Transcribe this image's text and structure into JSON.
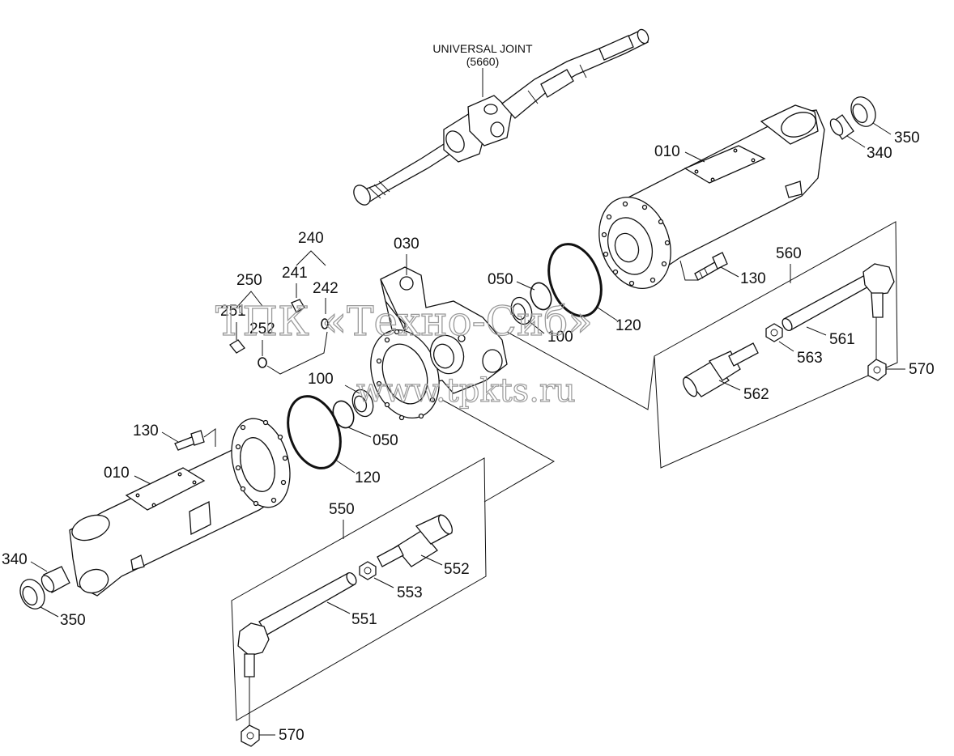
{
  "title": {
    "line1": "UNIVERSAL JOINT",
    "line2": "(5660)"
  },
  "labels": {
    "p030": "030",
    "p010_top": "010",
    "p010_bottom": "010",
    "p050_top": "050",
    "p050_bottom": "050",
    "p100_top": "100",
    "p100_bottom": "100",
    "p120_top": "120",
    "p120_bottom": "120",
    "p130_top": "130",
    "p130_bottom": "130",
    "p240": "240",
    "p241": "241",
    "p242": "242",
    "p250": "250",
    "p251": "251",
    "p252": "252",
    "p340_top": "340",
    "p340_bottom": "340",
    "p350_top": "350",
    "p350_bottom": "350",
    "p550": "550",
    "p551": "551",
    "p552": "552",
    "p553": "553",
    "p560": "560",
    "p561": "561",
    "p562": "562",
    "p563": "563",
    "p570_top": "570",
    "p570_bottom": "570"
  },
  "watermark": {
    "line1": "ТПК «Техно-Сиб»",
    "line2": "www.tpkts.ru"
  }
}
